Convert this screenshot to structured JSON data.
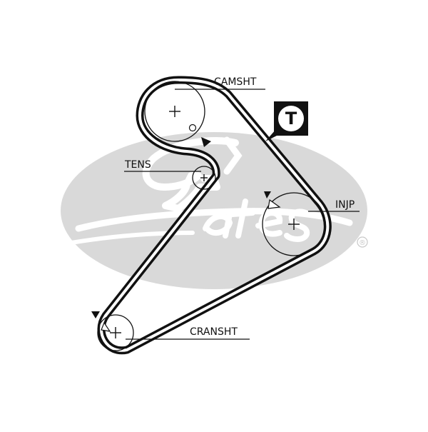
{
  "colors": {
    "belt": "#111111",
    "watermark": "#d9d9d9",
    "background": "#ffffff"
  },
  "watermark": {
    "brand": "Gates",
    "registered": "®"
  },
  "badge": {
    "text": "T"
  },
  "components": {
    "camshaft": {
      "label": "CAMSHT"
    },
    "tensioner": {
      "label": "TENS"
    },
    "injection_pump": {
      "label": "INJP"
    },
    "crankshaft": {
      "label": "CRANSHT"
    }
  }
}
